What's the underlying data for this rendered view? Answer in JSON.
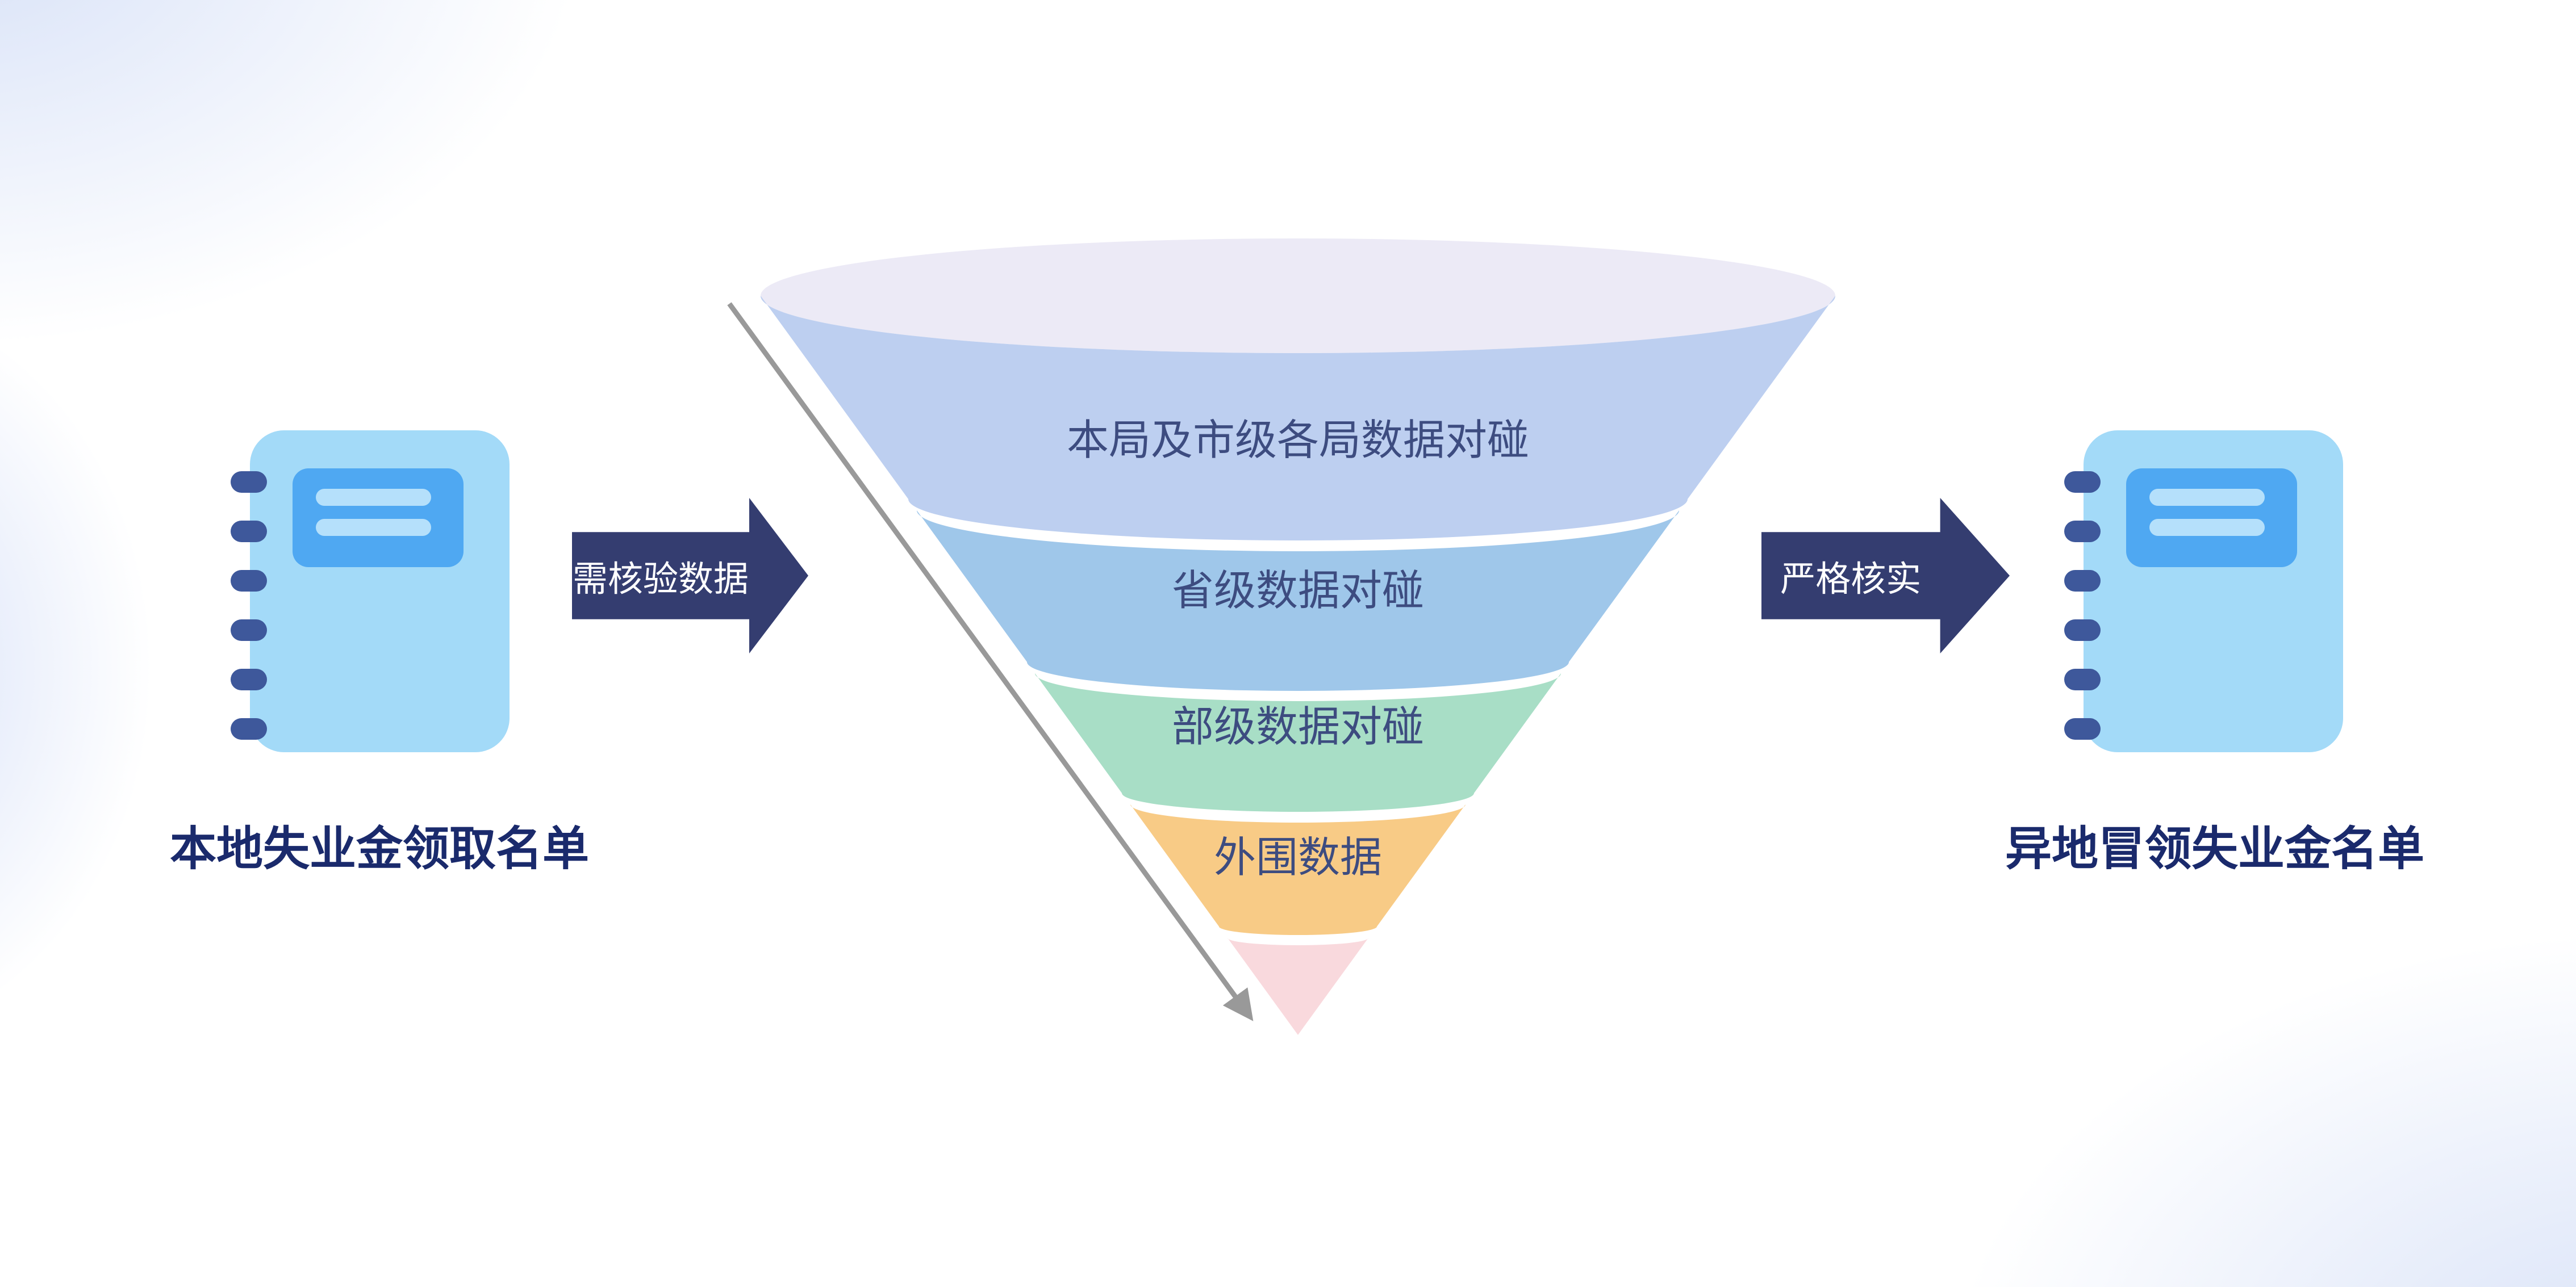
{
  "diagram": {
    "left_document": {
      "caption": "本地失业金领取名单"
    },
    "right_document": {
      "caption": "异地冒领失业金名单"
    },
    "input_arrow": {
      "label": "需核验数据"
    },
    "output_arrow": {
      "label": "严格核实"
    }
  },
  "funnel": {
    "opening_color": "#ECEAF6",
    "levels": [
      {
        "label": "本局及市级各局数据对碰",
        "color": "#BDCFF0"
      },
      {
        "label": "省级数据对碰",
        "color": "#9FC7EA"
      },
      {
        "label": "部级数据对碰",
        "color": "#A8DEC6"
      },
      {
        "label": "外围数据",
        "color": "#F8CB86"
      },
      {
        "label": "",
        "color": "#F9D9DD"
      }
    ]
  },
  "colors": {
    "funnel_text": "#3D4C80",
    "caption_text": "#1A2A6C",
    "flow_arrow_fill": "#343D70",
    "flow_arrow_text": "#FFFFFF",
    "diagonal_arrow": "#999999",
    "notebook_body": "#A3DAF8",
    "notebook_panel": "#4FA8F2",
    "notebook_ring": "#3E589B",
    "notebook_line": "#B5E0FB"
  }
}
